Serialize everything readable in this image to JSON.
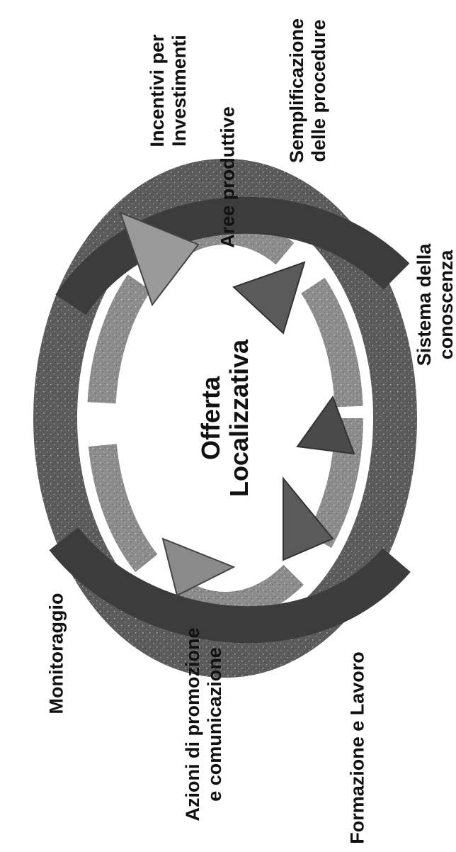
{
  "diagram": {
    "center": {
      "line1": "Offerta",
      "line2": "Localizzativa"
    },
    "nodes": {
      "aree_produttive": {
        "text": "Aree produttive"
      },
      "incentivi": {
        "line1": "Incentivi per",
        "line2": "Investimenti"
      },
      "semplificazione": {
        "line1": "Semplificazione",
        "line2": "delle procedure"
      },
      "sistema": {
        "line1": "Sistema della",
        "line2": "conoscenza"
      },
      "formazione": {
        "text": "Formazione e Lavoro"
      },
      "azioni": {
        "line1": "Azioni di promozione",
        "line2": "e comunicazione"
      },
      "monitoraggio": {
        "text": "Monitoraggio"
      }
    },
    "colors": {
      "arrow_dark": "#2e2e2e",
      "arrow_mid": "#6a6a6a",
      "arrow_light": "#a8a8a8",
      "text": "#111111"
    }
  }
}
